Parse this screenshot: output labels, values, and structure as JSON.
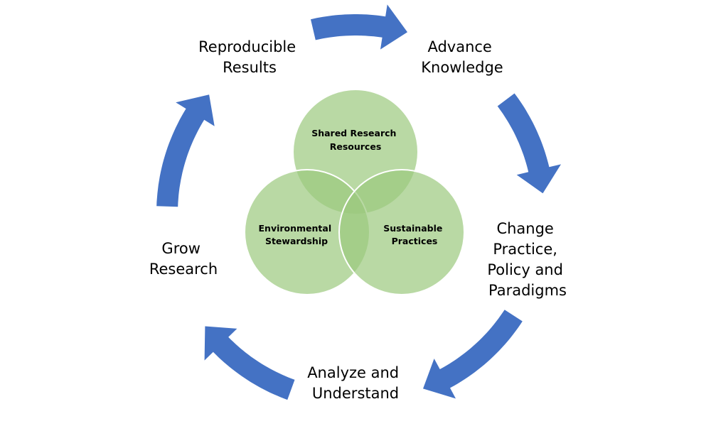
{
  "colors": {
    "arrow": "#4472c4",
    "circle_fill": "#9bc97d",
    "circle_stroke": "#ffffff",
    "text": "#000000"
  },
  "cycle": {
    "reproducible_results": [
      "Reproducible",
      "Results"
    ],
    "advance_knowledge": [
      "Advance",
      "Knowledge"
    ],
    "change_practice": [
      "Change",
      "Practice,",
      "Policy and",
      "Paradigms"
    ],
    "analyze_understand": [
      "Analyze and",
      "Understand"
    ],
    "grow_research": [
      "Grow",
      "Research"
    ]
  },
  "venn": {
    "shared_research_resources": [
      "Shared Research",
      "Resources"
    ],
    "environmental_stewardship": [
      "Environmental",
      "Stewardship"
    ],
    "sustainable_practices": [
      "Sustainable",
      "Practices"
    ]
  }
}
